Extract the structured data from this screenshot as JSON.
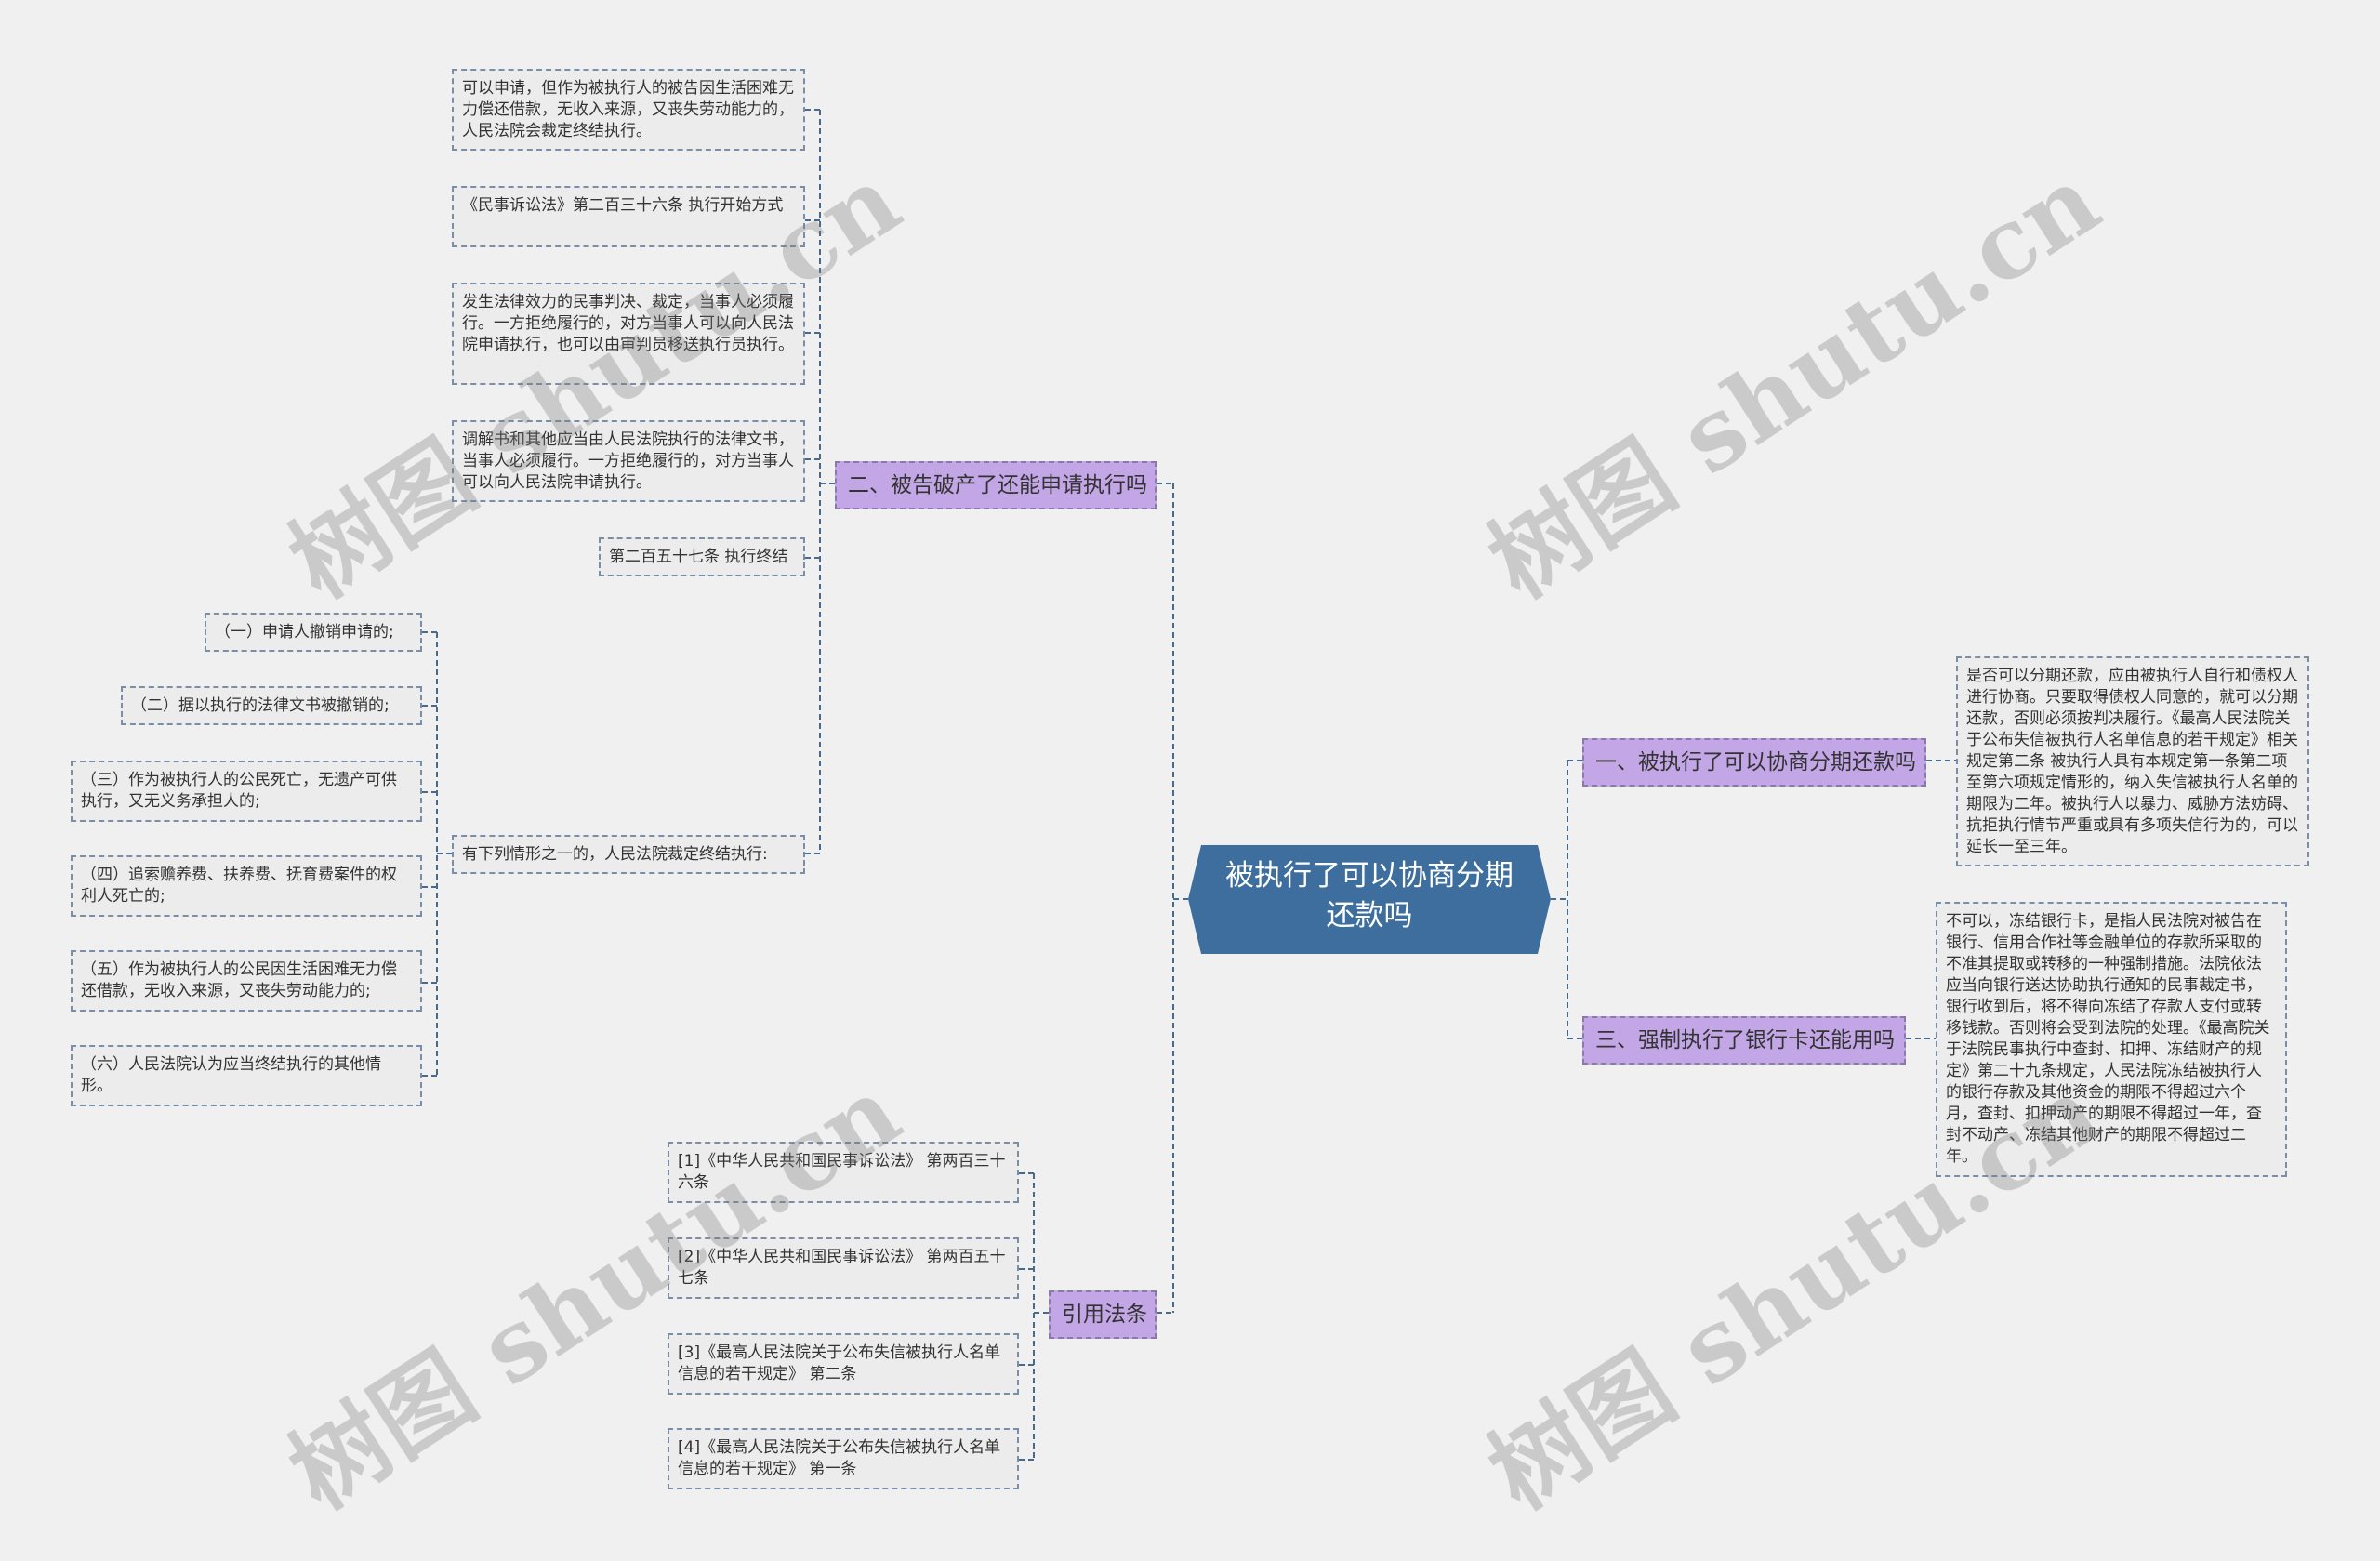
{
  "center": {
    "label": "被执行了可以协商分期还款吗"
  },
  "branches": {
    "b1": {
      "label": "一、被执行了可以协商分期还款吗"
    },
    "b2": {
      "label": "二、被告破产了还能申请执行吗"
    },
    "b3": {
      "label": "三、强制执行了银行卡还能用吗"
    },
    "b4": {
      "label": "引用法条"
    }
  },
  "b1_text": "是否可以分期还款，应由被执行人自行和债权人进行协商。只要取得债权人同意的，就可以分期还款，否则必须按判决履行。《最高人民法院关于公布失信被执行人名单信息的若干规定》相关规定第二条 被执行人具有本规定第一条第二项至第六项规定情形的，纳入失信被执行人名单的期限为二年。被执行人以暴力、威胁方法妨碍、抗拒执行情节严重或具有多项失信行为的，可以延长一至三年。",
  "b3_text": "不可以，冻结银行卡，是指人民法院对被告在银行、信用合作社等金融单位的存款所采取的不准其提取或转移的一种强制措施。法院依法应当向银行送达协助执行通知的民事裁定书，银行收到后，将不得向冻结了存款人支付或转移钱款。否则将会受到法院的处理。《最高院关于法院民事执行中查封、扣押、冻结财产的规定》第二十九条规定，人民法院冻结被执行人的银行存款及其他资金的期限不得超过六个月，查封、扣押动产的期限不得超过一年，查封不动产、冻结其他财产的期限不得超过二年。",
  "b2_children": [
    "可以申请，但作为被执行人的被告因生活困难无力偿还借款，无收入来源，又丧失劳动能力的，人民法院会裁定终结执行。",
    "《民事诉讼法》第二百三十六条 执行开始方式",
    "发生法律效力的民事判决、裁定，当事人必须履行。一方拒绝履行的，对方当事人可以向人民法院申请执行，也可以由审判员移送执行员执行。",
    "调解书和其他应当由人民法院执行的法律文书，当事人必须履行。一方拒绝履行的，对方当事人可以向人民法院申请执行。",
    "第二百五十七条 执行终结",
    "有下列情形之一的，人民法院裁定终结执行:"
  ],
  "b2_sub": [
    "（一）申请人撤销申请的;",
    "（二）据以执行的法律文书被撤销的;",
    "（三）作为被执行人的公民死亡，无遗产可供执行，又无义务承担人的;",
    "（四）追索赡养费、扶养费、抚育费案件的权利人死亡的;",
    "（五）作为被执行人的公民因生活困难无力偿还借款，无收入来源，又丧失劳动能力的;",
    "（六）人民法院认为应当终结执行的其他情形。"
  ],
  "b4_children": [
    "[1]《中华人民共和国民事诉讼法》 第两百三十六条",
    "[2]《中华人民共和国民事诉讼法》 第两百五十七条",
    "[3]《最高人民法院关于公布失信被执行人名单信息的若干规定》 第二条",
    "[4]《最高人民法院关于公布失信被执行人名单信息的若干规定》 第一条"
  ],
  "watermark": "树图 shutu.cn",
  "colors": {
    "center": "#3d6e9e",
    "branch": "#c3a6e6",
    "line": "#4a6a8c"
  }
}
